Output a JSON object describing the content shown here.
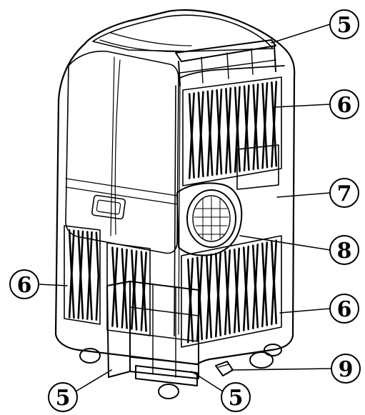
{
  "callouts": [
    {
      "id": "handle-top",
      "label": "5"
    },
    {
      "id": "grille-upper-right",
      "label": "6"
    },
    {
      "id": "label-panel",
      "label": "7"
    },
    {
      "id": "exhaust-outlet",
      "label": "8"
    },
    {
      "id": "grille-left",
      "label": "6"
    },
    {
      "id": "grille-lower-right",
      "label": "6"
    },
    {
      "id": "drain-port",
      "label": "9"
    },
    {
      "id": "handle-bottom-left",
      "label": "5"
    },
    {
      "id": "handle-bottom-center",
      "label": "5"
    }
  ]
}
